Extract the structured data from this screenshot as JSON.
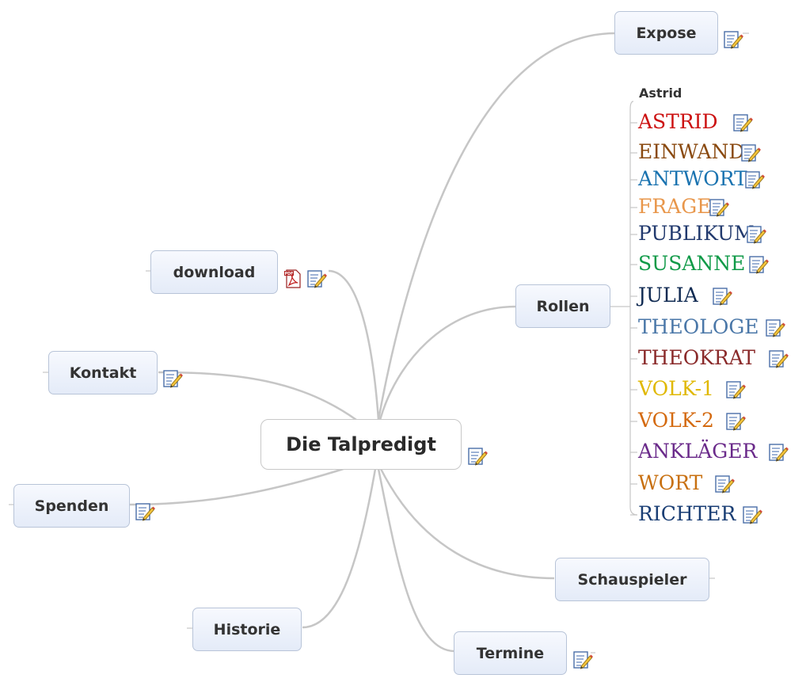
{
  "root": {
    "label": "Die Talpredigt"
  },
  "branches": {
    "expose": "Expose",
    "rollen": "Rollen",
    "schauspieler": "Schauspieler",
    "termine": "Termine",
    "historie": "Historie",
    "spenden": "Spenden",
    "kontakt": "Kontakt",
    "download": "download"
  },
  "roles_heading": "Astrid",
  "roles": [
    {
      "label": "ASTRID",
      "color": "#cc1111"
    },
    {
      "label": "EINWAND",
      "color": "#8a4a10"
    },
    {
      "label": "ANTWORT",
      "color": "#1a73b0"
    },
    {
      "label": "FRAGE",
      "color": "#e8964a"
    },
    {
      "label": "PUBLIKUM",
      "color": "#223a6e"
    },
    {
      "label": "SUSANNE",
      "color": "#109a48"
    },
    {
      "label": "JULIA",
      "color": "#0f2a52"
    },
    {
      "label": "THEOLOGE",
      "color": "#4a77a8"
    },
    {
      "label": "THEOKRAT",
      "color": "#8a2a2a"
    },
    {
      "label": "VOLK-1",
      "color": "#e0b800"
    },
    {
      "label": "VOLK-2",
      "color": "#d46a10"
    },
    {
      "label": "ANKLÄGER",
      "color": "#6a2a8a"
    },
    {
      "label": "WORT",
      "color": "#c87010"
    },
    {
      "label": "RICHTER",
      "color": "#1a3e74"
    }
  ],
  "icons": {
    "note": "note-edit-icon",
    "pdf": "pdf-icon"
  }
}
